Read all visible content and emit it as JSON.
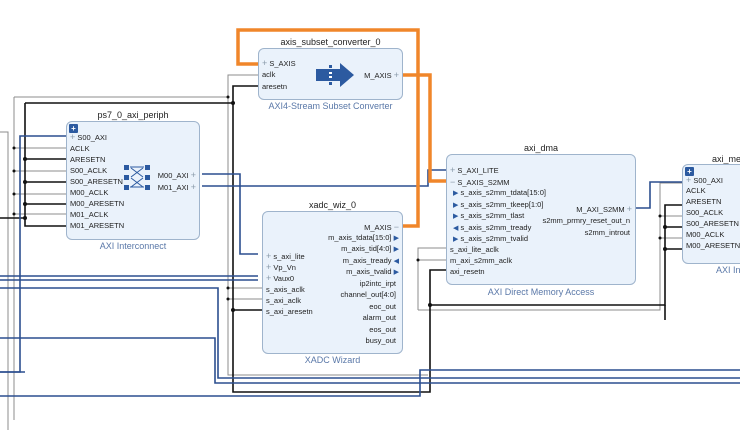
{
  "colors": {
    "axi_bus": "#2c4f8f",
    "stream_bus": "#f0862a",
    "clock_net": "#8c8c8c",
    "reset_net": "#111111",
    "block_fill": "#eaf2fb",
    "block_border": "#9fb4cc",
    "subtitle": "#5a78a8"
  },
  "blocks": {
    "axis_subset_converter": {
      "instance": "axis_subset_converter_0",
      "subtitle": "AXI4-Stream Subset Converter",
      "left_pins": [
        {
          "label": "S_AXIS",
          "type": "bus"
        },
        {
          "label": "aclk",
          "type": "clock"
        },
        {
          "label": "aresetn",
          "type": "reset"
        }
      ],
      "right_pins": [
        {
          "label": "M_AXIS",
          "type": "bus"
        }
      ],
      "icon": "stream-arrow-icon"
    },
    "ps7_0_axi_periph": {
      "instance": "ps7_0_axi_periph",
      "subtitle": "AXI Interconnect",
      "left_pins": [
        {
          "label": "S00_AXI",
          "type": "bus"
        },
        {
          "label": "ACLK",
          "type": "clock"
        },
        {
          "label": "ARESETN",
          "type": "reset"
        },
        {
          "label": "S00_ACLK",
          "type": "clock"
        },
        {
          "label": "S00_ARESETN",
          "type": "reset"
        },
        {
          "label": "M00_ACLK",
          "type": "clock"
        },
        {
          "label": "M00_ARESETN",
          "type": "reset"
        },
        {
          "label": "M01_ACLK",
          "type": "clock"
        },
        {
          "label": "M01_ARESETN",
          "type": "reset"
        }
      ],
      "right_pins": [
        {
          "label": "M00_AXI",
          "type": "bus"
        },
        {
          "label": "M01_AXI",
          "type": "bus"
        }
      ],
      "icon": "crossbar-icon"
    },
    "xadc_wiz_0": {
      "instance": "xadc_wiz_0",
      "subtitle": "XADC Wizard",
      "left_pins": [
        {
          "label": "s_axi_lite",
          "type": "bus"
        },
        {
          "label": "Vp_Vn",
          "type": "bus"
        },
        {
          "label": "Vaux0",
          "type": "bus"
        },
        {
          "label": "s_axis_aclk",
          "type": "clock"
        },
        {
          "label": "s_axi_aclk",
          "type": "clock"
        },
        {
          "label": "s_axi_aresetn",
          "type": "reset"
        }
      ],
      "right_pins": [
        {
          "label": "M_AXIS",
          "type": "bus"
        },
        {
          "label": "m_axis_tdata[15:0]",
          "type": "out"
        },
        {
          "label": "m_axis_tid[4:0]",
          "type": "out"
        },
        {
          "label": "m_axis_tready",
          "type": "in"
        },
        {
          "label": "m_axis_tvalid",
          "type": "out"
        },
        {
          "label": "ip2intc_irpt",
          "type": "wire"
        },
        {
          "label": "channel_out[4:0]",
          "type": "wire"
        },
        {
          "label": "eoc_out",
          "type": "wire"
        },
        {
          "label": "alarm_out",
          "type": "wire"
        },
        {
          "label": "eos_out",
          "type": "wire"
        },
        {
          "label": "busy_out",
          "type": "wire"
        }
      ]
    },
    "axi_dma": {
      "instance": "axi_dma",
      "subtitle": "AXI Direct Memory Access",
      "left_pins": [
        {
          "label": "S_AXI_LITE",
          "type": "bus"
        },
        {
          "label": "S_AXIS_S2MM",
          "type": "bus-open"
        },
        {
          "label": "s_axis_s2mm_tdata[15:0]",
          "type": "in"
        },
        {
          "label": "s_axis_s2mm_tkeep[1:0]",
          "type": "in"
        },
        {
          "label": "s_axis_s2mm_tlast",
          "type": "in"
        },
        {
          "label": "s_axis_s2mm_tready",
          "type": "out"
        },
        {
          "label": "s_axis_s2mm_tvalid",
          "type": "in"
        },
        {
          "label": "s_axi_lite_aclk",
          "type": "clock"
        },
        {
          "label": "m_axi_s2mm_aclk",
          "type": "clock"
        },
        {
          "label": "axi_resetn",
          "type": "reset"
        }
      ],
      "right_pins": [
        {
          "label": "M_AXI_S2MM",
          "type": "bus"
        },
        {
          "label": "s2mm_prmry_reset_out_n",
          "type": "reset"
        },
        {
          "label": "s2mm_introut",
          "type": "wire"
        }
      ]
    },
    "axi_mem_intercon": {
      "instance": "axi_me",
      "subtitle": "AXI In",
      "left_pins": [
        {
          "label": "S00_AXI",
          "type": "bus"
        },
        {
          "label": "ACLK",
          "type": "clock"
        },
        {
          "label": "ARESETN",
          "type": "reset"
        },
        {
          "label": "S00_ACLK",
          "type": "clock"
        },
        {
          "label": "S00_ARESETN",
          "type": "reset"
        },
        {
          "label": "M00_ACLK",
          "type": "clock"
        },
        {
          "label": "M00_ARESETN",
          "type": "reset"
        }
      ]
    }
  }
}
